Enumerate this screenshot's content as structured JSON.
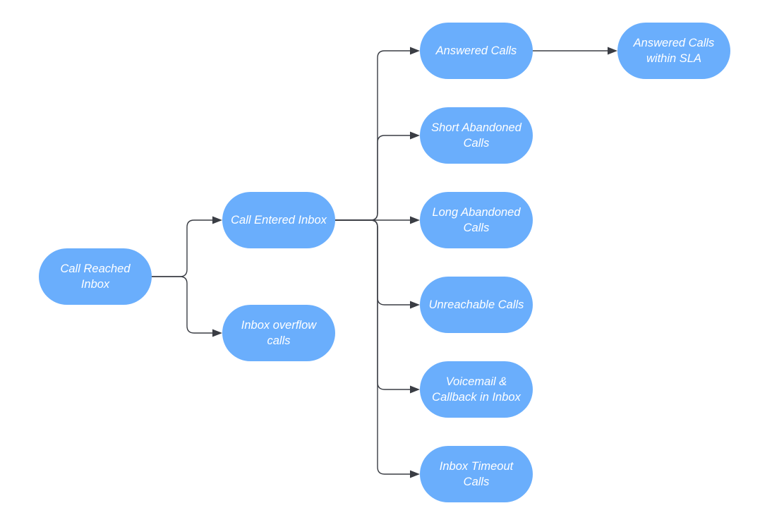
{
  "diagram": {
    "nodes": {
      "call_reached": "Call Reached\nInbox",
      "call_entered": "Call Entered Inbox",
      "overflow": "Inbox overflow\ncalls",
      "answered": "Answered Calls",
      "sla": "Answered Calls\nwithin SLA",
      "short_abandoned": "Short Abandoned\nCalls",
      "long_abandoned": "Long Abandoned\nCalls",
      "unreachable": "Unreachable Calls",
      "voicemail": "Voicemail &\nCallback in Inbox",
      "timeout": "Inbox Timeout\nCalls"
    },
    "colors": {
      "node_fill": "#6aaefc",
      "node_text": "#ffffff",
      "connector": "#3a3d44"
    }
  }
}
